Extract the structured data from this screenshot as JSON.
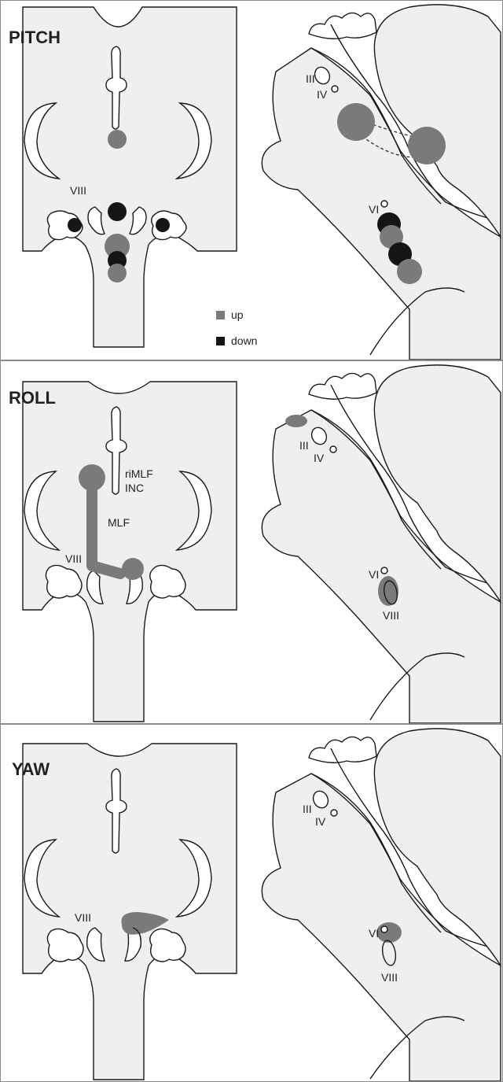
{
  "panels": [
    {
      "title": "PITCH",
      "labels": {
        "front_viii": "VIII",
        "iii": "III",
        "iv": "IV",
        "vi": "VI"
      }
    },
    {
      "title": "ROLL",
      "labels": {
        "rimlf": "riMLF",
        "inc": "INC",
        "mlf": "MLF",
        "front_viii": "VIII",
        "iii": "III",
        "iv": "IV",
        "vi": "VI",
        "side_viii": "VIII"
      }
    },
    {
      "title": "YAW",
      "labels": {
        "front_viii": "VIII",
        "iii": "III",
        "iv": "IV",
        "vi": "VI",
        "side_viii": "VIII"
      }
    }
  ],
  "legend": [
    {
      "label": "up",
      "color": "#7a7a7a"
    },
    {
      "label": "down",
      "color": "#151515"
    }
  ],
  "colors": {
    "up": "#7a7a7a",
    "down": "#151515",
    "tissue": "#efefef",
    "border": "#8a8a8a"
  }
}
